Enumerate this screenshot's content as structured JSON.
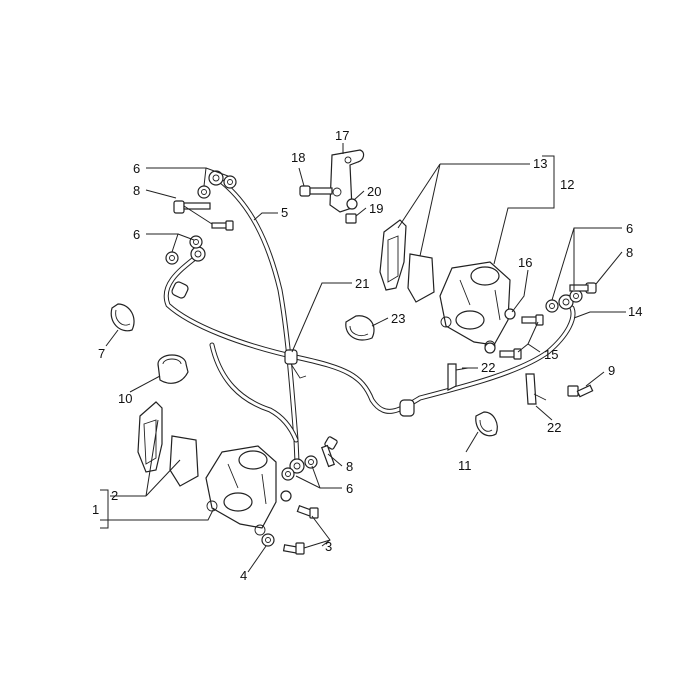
{
  "callouts": [
    {
      "id": "c1",
      "text": "1"
    },
    {
      "id": "c2",
      "text": "2"
    },
    {
      "id": "c3",
      "text": "3"
    },
    {
      "id": "c4",
      "text": "4"
    },
    {
      "id": "c5",
      "text": "5"
    },
    {
      "id": "c6a",
      "text": "6"
    },
    {
      "id": "c6b",
      "text": "6"
    },
    {
      "id": "c6c",
      "text": "6"
    },
    {
      "id": "c6d",
      "text": "6"
    },
    {
      "id": "c7",
      "text": "7"
    },
    {
      "id": "c8a",
      "text": "8"
    },
    {
      "id": "c8b",
      "text": "8"
    },
    {
      "id": "c8c",
      "text": "8"
    },
    {
      "id": "c9",
      "text": "9"
    },
    {
      "id": "c10",
      "text": "10"
    },
    {
      "id": "c11",
      "text": "11"
    },
    {
      "id": "c12",
      "text": "12"
    },
    {
      "id": "c13",
      "text": "13"
    },
    {
      "id": "c14",
      "text": "14"
    },
    {
      "id": "c15",
      "text": "15"
    },
    {
      "id": "c16",
      "text": "16"
    },
    {
      "id": "c17",
      "text": "17"
    },
    {
      "id": "c18",
      "text": "18"
    },
    {
      "id": "c19",
      "text": "19"
    },
    {
      "id": "c20",
      "text": "20"
    },
    {
      "id": "c21",
      "text": "21"
    },
    {
      "id": "c22a",
      "text": "22"
    },
    {
      "id": "c22b",
      "text": "22"
    },
    {
      "id": "c23",
      "text": "23"
    }
  ]
}
